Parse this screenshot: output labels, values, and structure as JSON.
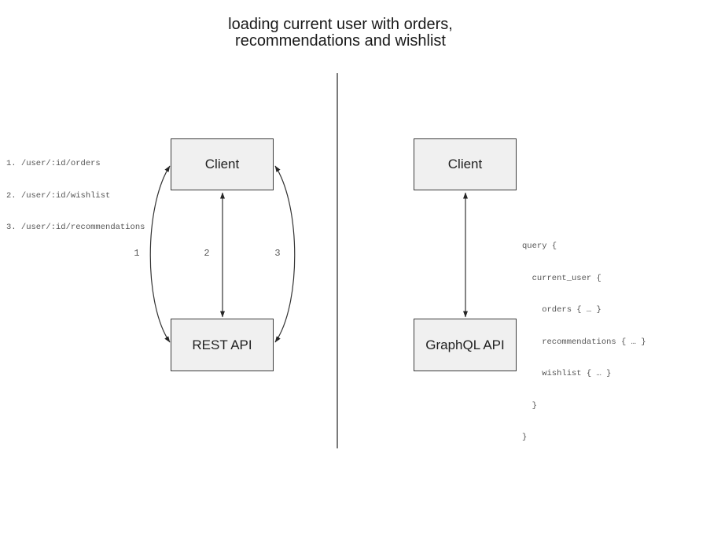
{
  "title": {
    "line1": "loading current user with orders,",
    "line2": "recommendations and wishlist"
  },
  "rest_panel": {
    "client_label": "Client",
    "api_label": "REST API",
    "endpoints": [
      "1. /user/:id/orders",
      "2. /user/:id/wishlist",
      "3. /user/:id/recommendations"
    ],
    "arrow_labels": [
      "1",
      "2",
      "3"
    ]
  },
  "graphql_panel": {
    "client_label": "Client",
    "api_label": "GraphQL API",
    "query_lines": [
      "query {",
      "  current_user {",
      "    orders { … }",
      "    recommendations { … }",
      "    wishlist { … }",
      "  }",
      "}"
    ]
  },
  "colors": {
    "box_fill": "#f0f0f0",
    "box_border": "#3d3d3d",
    "arrow_stroke": "#333333",
    "divider": "#7a7a7a",
    "code_text": "#555555",
    "title_text": "#1a1a1a"
  }
}
